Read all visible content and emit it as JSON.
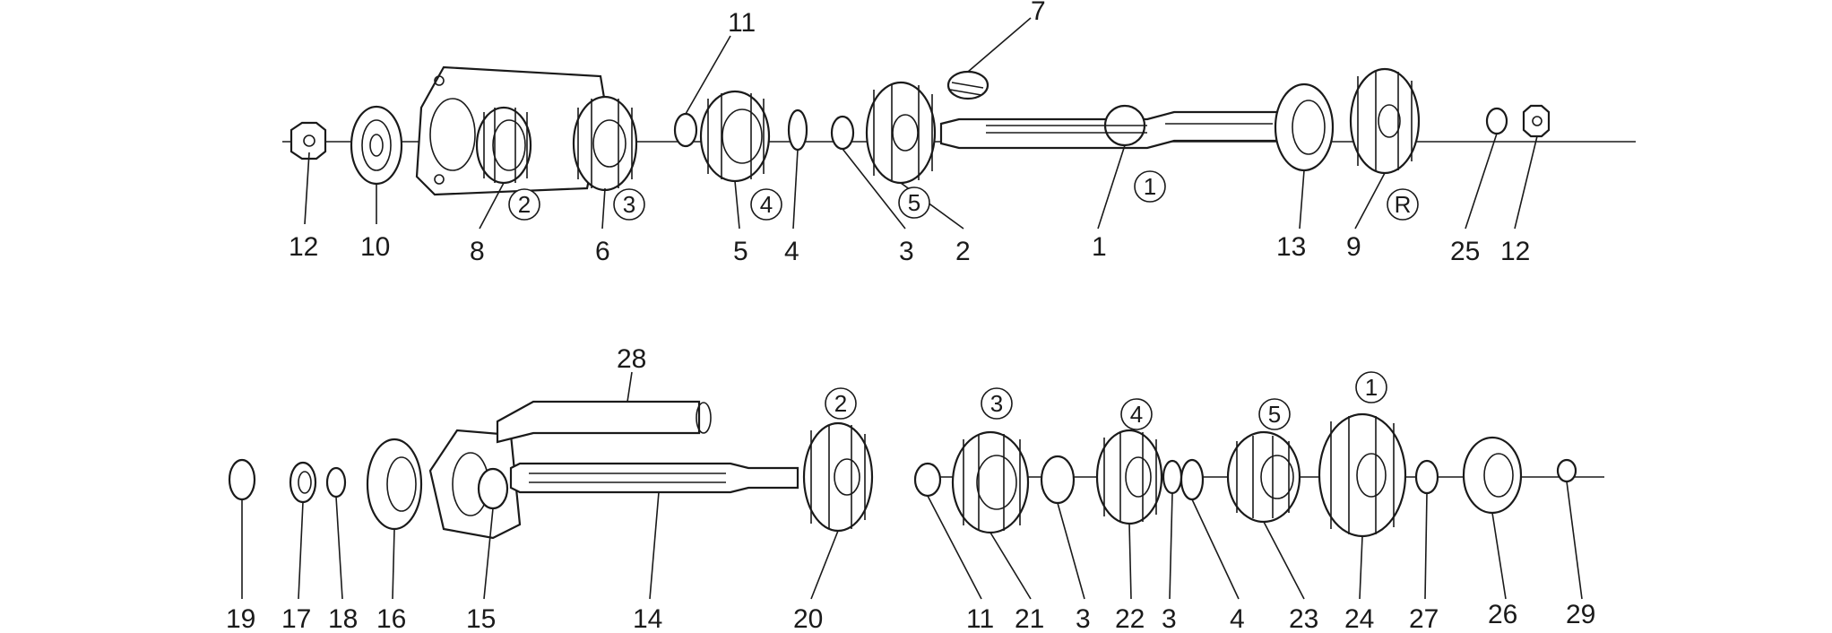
{
  "title": "",
  "colors": {
    "line": "#1a1a1a",
    "background": "#ffffff"
  },
  "upper_shaft": {
    "callouts": [
      "12",
      "10",
      "8",
      "6",
      "11",
      "5",
      "4",
      "7",
      "3",
      "2",
      "1",
      "13",
      "9",
      "25",
      "12"
    ],
    "gear_marks": [
      "2",
      "3",
      "4",
      "5",
      "1",
      "R"
    ]
  },
  "lower_shaft": {
    "callouts": [
      "28",
      "19",
      "17",
      "18",
      "16",
      "15",
      "14",
      "20",
      "11",
      "21",
      "3",
      "22",
      "3",
      "4",
      "23",
      "24",
      "27",
      "26",
      "29"
    ],
    "gear_marks": [
      "2",
      "3",
      "4",
      "5",
      "1"
    ]
  }
}
